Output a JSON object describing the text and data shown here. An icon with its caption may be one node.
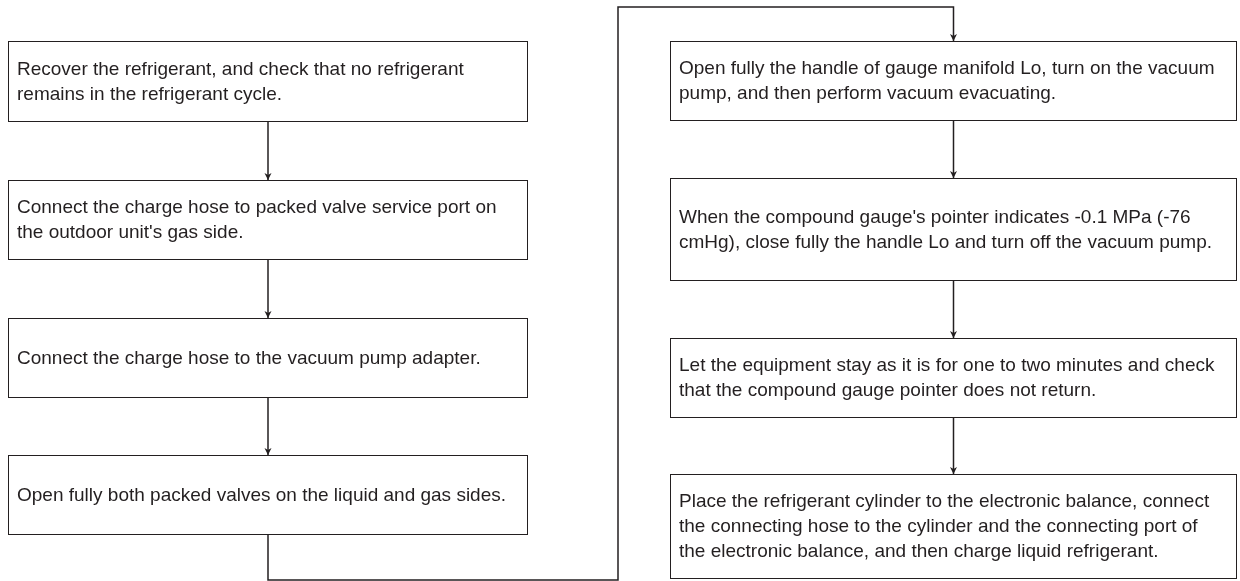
{
  "diagram": {
    "nodes": [
      {
        "text": [
          "Recover the refrigerant, and check that no refrigerant remains in the refrigerant cycle."
        ]
      },
      {
        "text": [
          "Connect the charge hose to packed valve service port on the outdoor unit's gas side."
        ]
      },
      {
        "text": [
          "Connect the charge hose to the vacuum pump adapter."
        ]
      },
      {
        "text": [
          "Open fully both packed valves on the liquid and gas sides."
        ]
      },
      {
        "text": [
          "Open fully the handle of gauge manifold Lo, turn on the vacuum pump, and then perform vacuum evacuating."
        ]
      },
      {
        "text": [
          "When the compound gauge's pointer indicates -0.1 MPa (-76 cmHg), close fully the handle Lo and turn off the vacuum pump."
        ]
      },
      {
        "text": [
          "Let the equipment stay as it is for one to two minutes and check that the compound gauge pointer does not return."
        ]
      },
      {
        "text": [
          "Place the refrigerant cylinder to the electronic balance, connect the connecting hose to the cylinder and the connecting port of the electronic balance, and then charge liquid refrigerant."
        ]
      }
    ],
    "edges": [
      {
        "from": 0,
        "to": 1,
        "arrow": "to"
      },
      {
        "from": 1,
        "to": 2,
        "arrow": "to"
      },
      {
        "from": 2,
        "to": 3,
        "arrow": "to"
      },
      {
        "from": 3,
        "to": 4,
        "arrow": "to"
      },
      {
        "from": 4,
        "to": 5,
        "arrow": "to"
      },
      {
        "from": 5,
        "to": 6,
        "arrow": "to"
      },
      {
        "from": 6,
        "to": 7,
        "arrow": "to"
      }
    ]
  }
}
